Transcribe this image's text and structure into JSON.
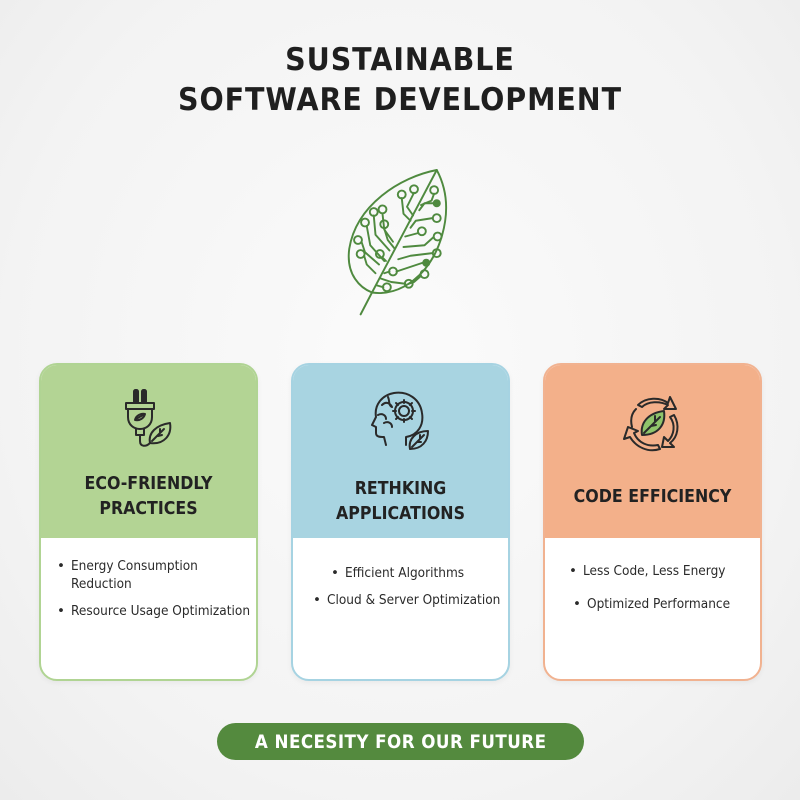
{
  "header": {
    "title_line1": "SUSTAINABLE",
    "title_line2": "SOFTWARE DEVELOPMENT",
    "hero_icon": "circuit-leaf-icon"
  },
  "cards": [
    {
      "icon": "plug-leaf-icon",
      "title": "ECO-FRIENDLY PRACTICES",
      "title_line1": "ECO-FRIENDLY",
      "title_line2": "PRACTICES",
      "color": "#b3d494",
      "items": [
        "Energy Consumption Reduction",
        "Resource Usage Optimization"
      ]
    },
    {
      "icon": "brain-gear-leaf-icon",
      "title": "RETHKING APPLICATIONS",
      "title_line1": "RETHKING",
      "title_line2": "APPLICATIONS",
      "color": "#a8d4e1",
      "items": [
        "Efficient Algorithms",
        "Cloud & Server Optimization"
      ]
    },
    {
      "icon": "recycle-leaf-icon",
      "title": "CODE EFFICIENCY",
      "color": "#f3b08a",
      "items": [
        "Less Code, Less Energy",
        "Optimized Performance"
      ]
    }
  ],
  "banner": {
    "label": "A NECESITY FOR OUR FUTURE",
    "color": "#548a3e"
  }
}
